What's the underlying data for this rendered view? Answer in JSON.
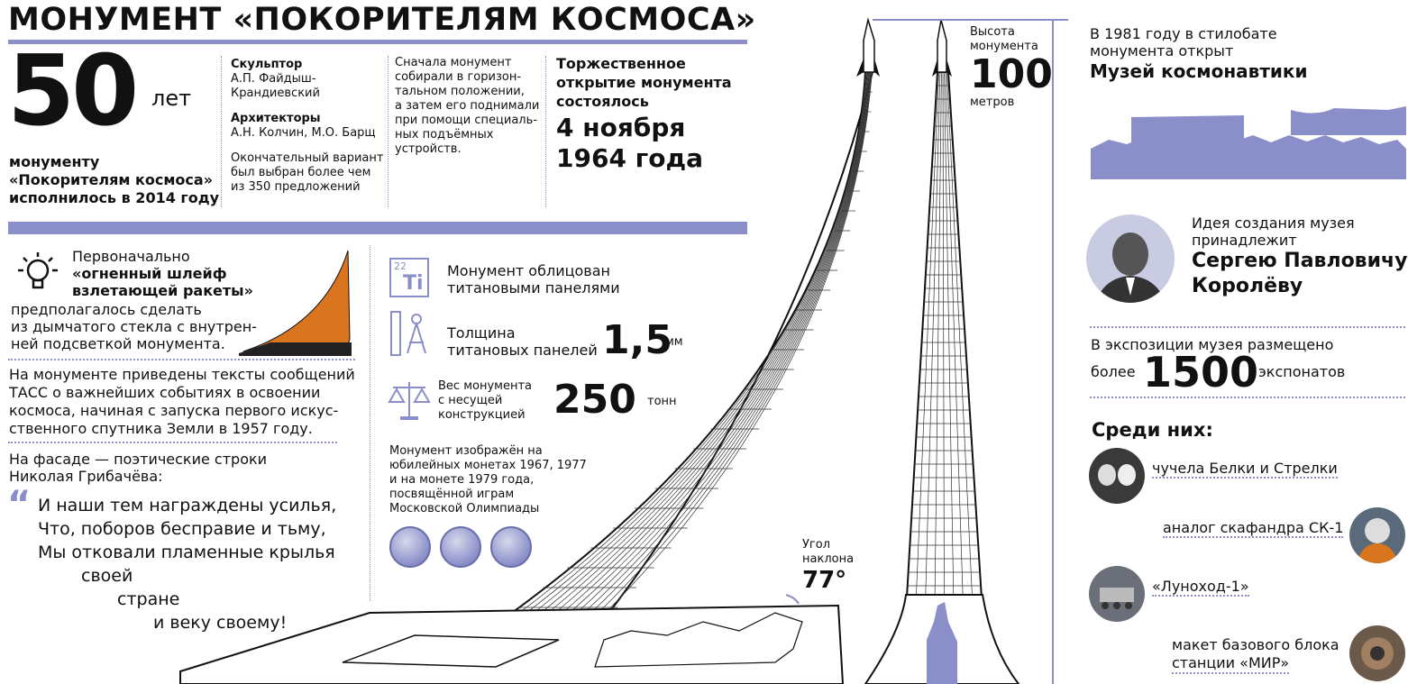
{
  "title": "МОНУМЕНТ «ПОКОРИТЕЛЯМ КОСМОСА»",
  "anniversary": {
    "number": "50",
    "unit": "лет",
    "line1": "монументу",
    "line2": "«Покорителям космоса»",
    "line3": "исполнилось в 2014 году"
  },
  "credits": {
    "sculptor_heading": "Скульптор",
    "sculptor_line1": "А.П. Файдыш-",
    "sculptor_line2": "Крандиевский",
    "architects_heading": "Архитекторы",
    "architects_names": "А.Н. Колчин, М.О. Барщ",
    "final_line1": "Окончательный вариант",
    "final_line2": "был выбран более чем",
    "final_line3": "из 350 предложений"
  },
  "assembly": [
    "Сначала монумент",
    "собирали в горизон-",
    "тальном положении,",
    "а затем его поднимали",
    "при помощи специаль-",
    "ных подъёмных",
    "устройств."
  ],
  "opening": {
    "line1": "Торжественное",
    "line2": "открытие монумента",
    "line3": "состоялось",
    "date1": "4 ноября",
    "date2": "1964 года"
  },
  "height": {
    "label1": "Высота",
    "label2": "монумента",
    "value": "100",
    "unit": "метров"
  },
  "angle": {
    "label1": "Угол",
    "label2": "наклона",
    "value": "77°"
  },
  "initial_idea": {
    "line1": "Первоначально",
    "bold1": "«огненный шлейф",
    "bold2": "взлетающей ракеты»",
    "line2": "предполагалось сделать",
    "line3": "из дымчатого стекла с внутрен-",
    "line4": "ней подсветкой монумента."
  },
  "tass": [
    "На монументе приведены тексты сообщений",
    "ТАСС о важнейших событиях в освоении",
    "космоса, начиная с запуска первого искус-",
    "ственного спутника Земли в 1957 году."
  ],
  "poem": {
    "intro1": "На фасаде — поэтические строки",
    "intro2": "Николая Грибачёва:",
    "quote_mark": "“",
    "lines": [
      "И наши тем награждены усилья,",
      "Что, поборов бесправие и тьму,",
      "Мы отковали пламенные крылья",
      "своей",
      "стране",
      "и веку своему!"
    ]
  },
  "titanium": {
    "element_number": "22",
    "element_symbol": "Ti",
    "line1": "Монумент облицован",
    "line2": "титановыми панелями"
  },
  "thickness": {
    "line1": "Толщина",
    "line2": "титановых панелей",
    "value": "1,5",
    "unit": "мм"
  },
  "weight": {
    "line1": "Вес монумента",
    "line2": "с несущей",
    "line3": "конструкцией",
    "value": "250",
    "unit": "тонн"
  },
  "coins": {
    "line1": "Монумент изображён на",
    "line2": "юбилейных монетах 1967, 1977",
    "line3": "и на монете 1979 года,",
    "line4": "посвящённой играм",
    "line5": "Московской Олимпиады"
  },
  "museum": {
    "line1": "В 1981 году в стилобате",
    "line2": "монумента открыт",
    "name": "Музей космонавтики"
  },
  "korolev": {
    "line1": "Идея создания музея",
    "line2": "принадлежит",
    "name1": "Сергею Павловичу",
    "name2": "Королёву"
  },
  "exhibits": {
    "line1": "В экспозиции музея размещено",
    "prefix": "более",
    "value": "1500",
    "unit": "экспонатов"
  },
  "among": {
    "heading": "Среди них:",
    "items": [
      "чучела Белки и Стрелки",
      "аналог скафандра СК-1",
      "«Луноход-1»",
      "макет базового блока",
      "станции «МИР»"
    ]
  },
  "colors": {
    "accent": "#8a8fc9",
    "text": "#111111",
    "flame": "#d9741f"
  }
}
